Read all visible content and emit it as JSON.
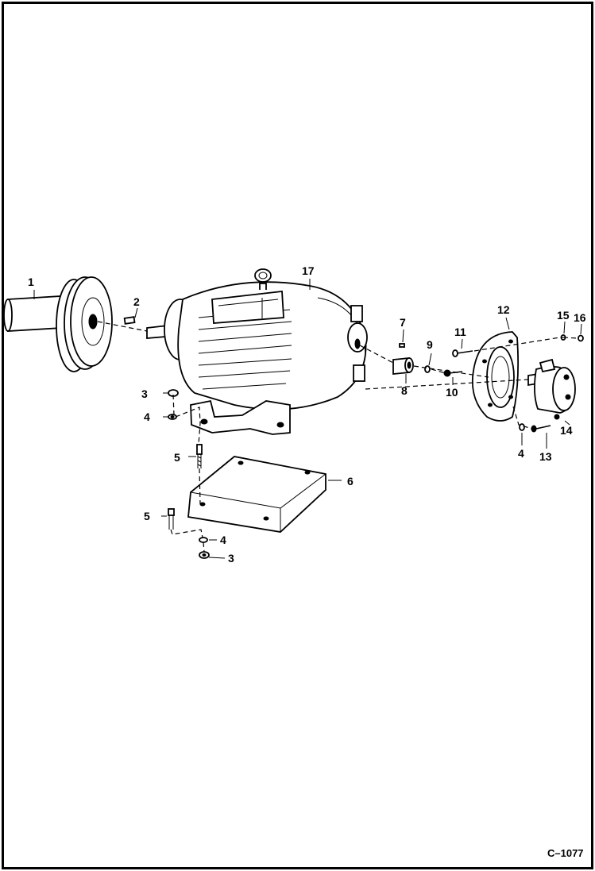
{
  "diagram": {
    "callouts": [
      {
        "id": "1",
        "text": "1"
      },
      {
        "id": "2",
        "text": "2"
      },
      {
        "id": "3a",
        "text": "3"
      },
      {
        "id": "4a",
        "text": "4"
      },
      {
        "id": "5a",
        "text": "5"
      },
      {
        "id": "6",
        "text": "6"
      },
      {
        "id": "5b",
        "text": "5"
      },
      {
        "id": "4b",
        "text": "4"
      },
      {
        "id": "3b",
        "text": "3"
      },
      {
        "id": "17",
        "text": "17"
      },
      {
        "id": "7",
        "text": "7"
      },
      {
        "id": "8",
        "text": "8"
      },
      {
        "id": "9",
        "text": "9"
      },
      {
        "id": "10",
        "text": "10"
      },
      {
        "id": "11",
        "text": "11"
      },
      {
        "id": "12",
        "text": "12"
      },
      {
        "id": "15",
        "text": "15"
      },
      {
        "id": "16",
        "text": "16"
      },
      {
        "id": "14",
        "text": "14"
      },
      {
        "id": "4c",
        "text": "4"
      },
      {
        "id": "13",
        "text": "13"
      }
    ],
    "figure_code": "C–1077"
  }
}
